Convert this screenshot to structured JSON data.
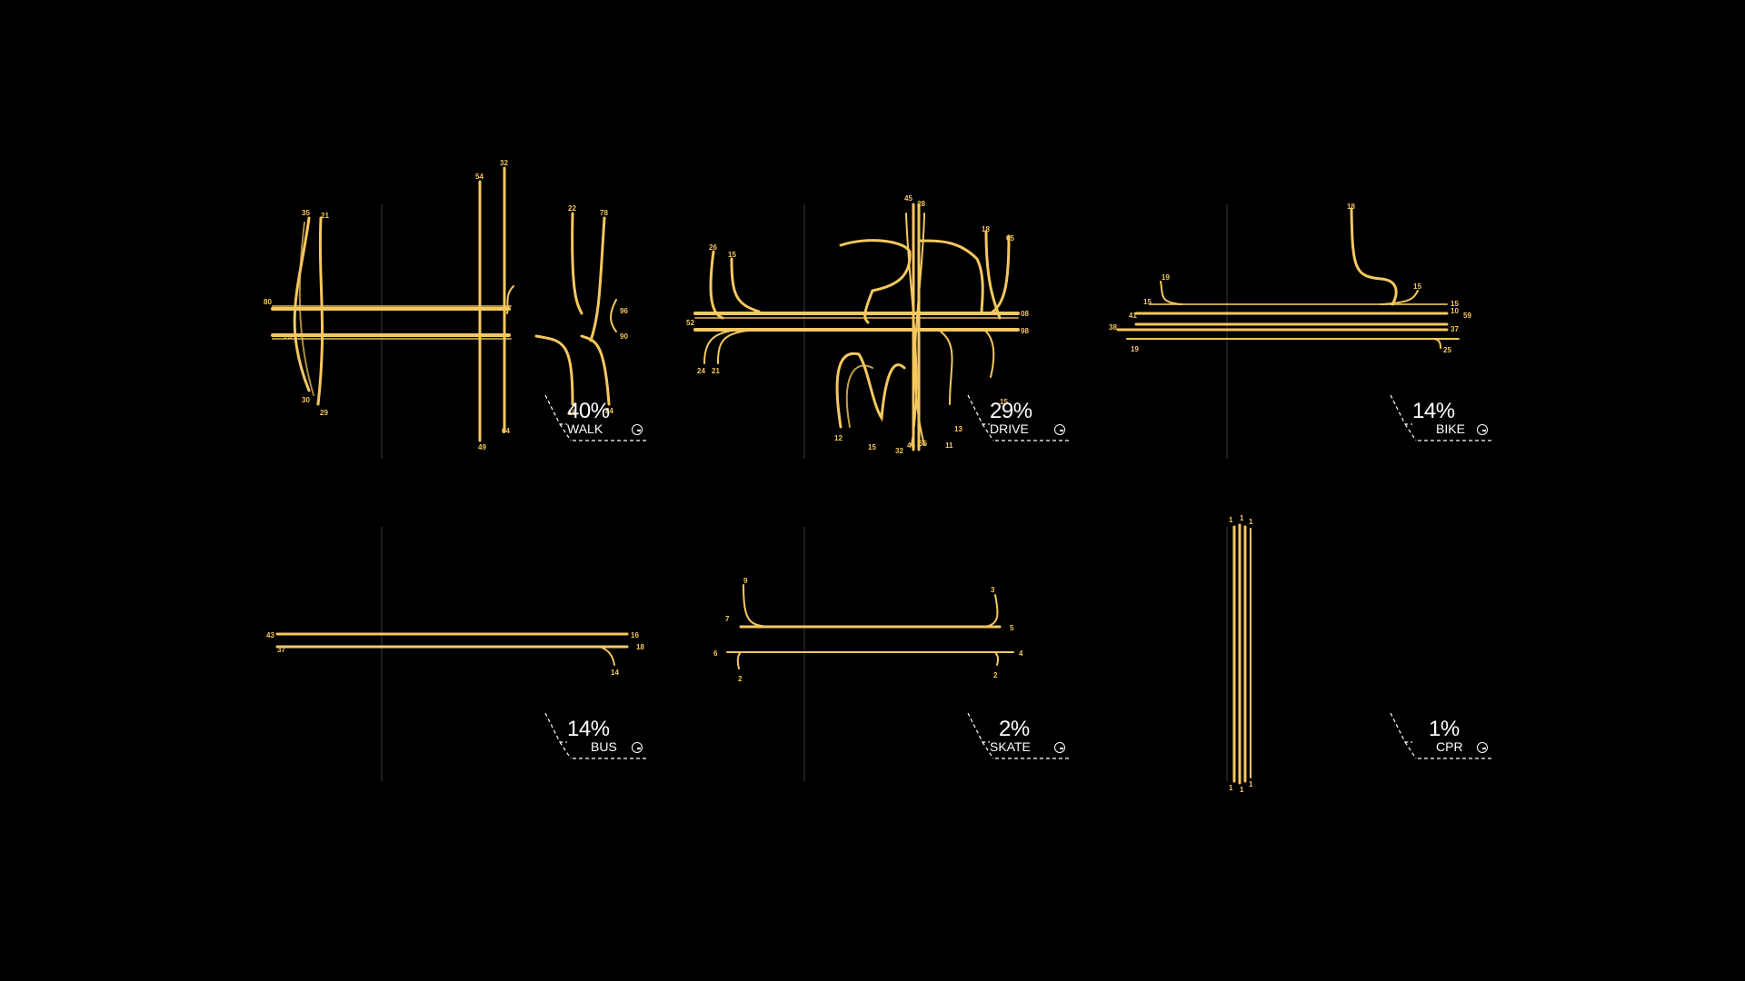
{
  "palette": {
    "route": "#f5c85f",
    "base": "#2b2b2b",
    "text": "#ffffff",
    "background": "#000000"
  },
  "panels": [
    {
      "id": "walk",
      "percent": "40%",
      "mode": "WALK",
      "icon": "clock-icon",
      "endpoints": [
        "80",
        "35",
        "21",
        "75",
        "30",
        "29",
        "54",
        "64",
        "49",
        "32",
        "22",
        "78",
        "96",
        "90",
        "18",
        "84"
      ]
    },
    {
      "id": "drive",
      "percent": "29%",
      "mode": "DRIVE",
      "icon": "clock-icon",
      "endpoints": [
        "26",
        "15",
        "52",
        "24",
        "21",
        "45",
        "28",
        "18",
        "65",
        "12",
        "15",
        "32",
        "45",
        "55",
        "11",
        "13",
        "15",
        "08",
        "98"
      ]
    },
    {
      "id": "bike",
      "percent": "14%",
      "mode": "BIKE",
      "icon": "clock-icon",
      "endpoints": [
        "18",
        "19",
        "15",
        "15",
        "41",
        "38",
        "19",
        "25",
        "15",
        "10",
        "59",
        "37"
      ]
    },
    {
      "id": "bus",
      "percent": "14%",
      "mode": "BUS",
      "icon": "clock-icon",
      "endpoints": [
        "43",
        "37",
        "16",
        "18",
        "14"
      ]
    },
    {
      "id": "skate",
      "percent": "2%",
      "mode": "SKATE",
      "icon": "clock-icon",
      "endpoints": [
        "9",
        "7",
        "6",
        "2",
        "3",
        "5",
        "4",
        "2"
      ]
    },
    {
      "id": "cpr",
      "percent": "1%",
      "mode": "CPR",
      "icon": "clock-icon",
      "endpoints": [
        "1",
        "1",
        "1",
        "1",
        "1",
        "1"
      ]
    }
  ]
}
